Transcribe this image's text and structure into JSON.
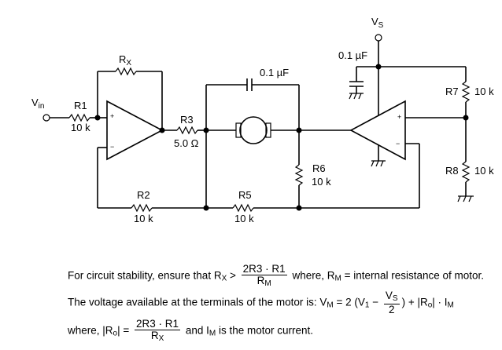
{
  "labels": {
    "vin_main": "V",
    "vin_sub": "in",
    "r1": "R1",
    "r1_value": "10 k",
    "rx_main": "R",
    "rx_sub": "X",
    "r3": "R3",
    "r3_value": "5.0 Ω",
    "cap_mid": "0.1 µF",
    "r2": "R2",
    "r2_value": "10 k",
    "r5": "R5",
    "r5_value": "10 k",
    "r6": "R6",
    "r6_value": "10 k",
    "vs_main": "V",
    "vs_sub": "S",
    "cap_top": "0.1 µF",
    "r7": "R7",
    "r7_value": "10 k",
    "r8": "R8",
    "r8_value": "10 k",
    "plus": "+",
    "minus": "−"
  },
  "equations": {
    "line1_prefix": "For circuit stability, ensure that R",
    "line1_prefix_sub": "X",
    "line1_gt": " >",
    "line1_num": "2R3 · R1",
    "line1_den_main": "R",
    "line1_den_sub": "M",
    "line1_suffix_a": " where, R",
    "line1_suffix_sub": "M",
    "line1_suffix_b": " = internal resistance of motor.",
    "line2_prefix": "The voltage available at the terminals of the motor is:  V",
    "line2_prefix_sub": "M",
    "line2_mid_a": "  =  2 (V",
    "line2_mid_sub": "1",
    "line2_mid_b": " −",
    "line2_frac_num_main": "V",
    "line2_frac_num_sub": "S",
    "line2_frac_den": "2",
    "line2_end_a": ")  +  |R",
    "line2_end_sub": "o",
    "line2_end_b": "| ·  I",
    "line2_end_sub2": "M",
    "line3_prefix": "where, |R",
    "line3_prefix_sub": "o",
    "line3_eq": "| =",
    "line3_num": "2R3 · R1",
    "line3_den_main": "R",
    "line3_den_sub": "X",
    "line3_suffix_a": " and I",
    "line3_suffix_sub": "M",
    "line3_suffix_b": " is the motor current."
  }
}
